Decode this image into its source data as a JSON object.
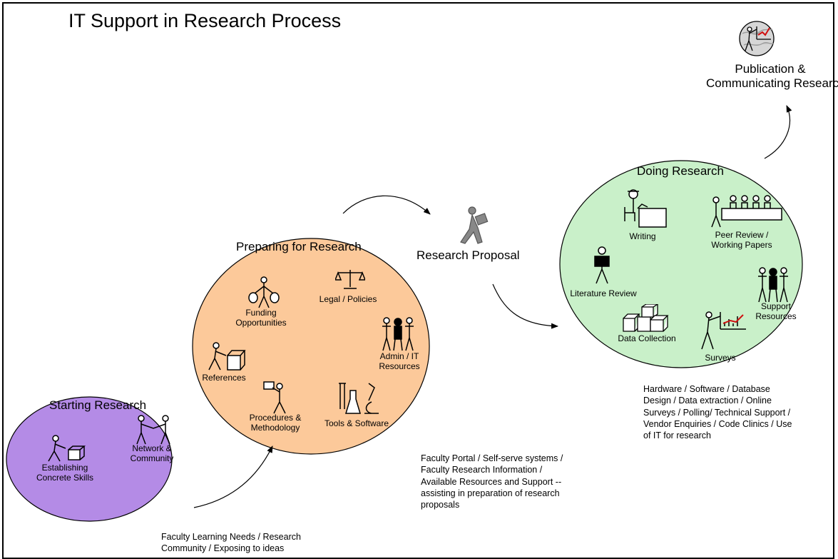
{
  "title": "IT Support in Research Process",
  "colors": {
    "starting": "#b48be6",
    "preparing": "#fcc99a",
    "doing": "#c9f0c9",
    "outline": "#000000"
  },
  "stages": {
    "starting": {
      "title": "Starting Research",
      "items": [
        "Establishing\nConcrete Skills",
        "Network &\nCommunity"
      ],
      "note": "Faculty Learning Needs / Research\nCommunity / Exposing to ideas"
    },
    "preparing": {
      "title": "Preparing for Research",
      "items": [
        "Funding\nOpportunities",
        "Legal / Policies",
        "References",
        "Admin / IT\nResources",
        "Procedures &\nMethodology",
        "Tools & Software"
      ],
      "note": "Faculty Portal / Self-serve systems /\nFaculty Research Information /\nAvailable Resources and Support --\nassisting in preparation of research\nproposals"
    },
    "proposal": {
      "title": "Research Proposal"
    },
    "doing": {
      "title": "Doing Research",
      "items": [
        "Writing",
        "Peer Review /\nWorking Papers",
        "Literature Review",
        "Support\nResources",
        "Data Collection",
        "Surveys"
      ],
      "note": "Hardware / Software / Database\nDesign / Data extraction / Online\nSurveys / Polling/ Technical Support /\nVendor Enquiries / Code Clinics / Use\nof IT for research"
    },
    "publication": {
      "title": "Publication &\nCommunicating Research"
    }
  },
  "icons": [
    "person-with-box-icon",
    "handshake-people-icon",
    "money-bags-person-icon",
    "scales-icon",
    "person-at-box-icon",
    "group-people-icon",
    "person-reading-icon",
    "lab-tools-icon",
    "running-person-icon",
    "writer-at-desk-icon",
    "meeting-table-icon",
    "cubes-icon",
    "presenter-chart-icon",
    "globe-presenter-icon"
  ]
}
